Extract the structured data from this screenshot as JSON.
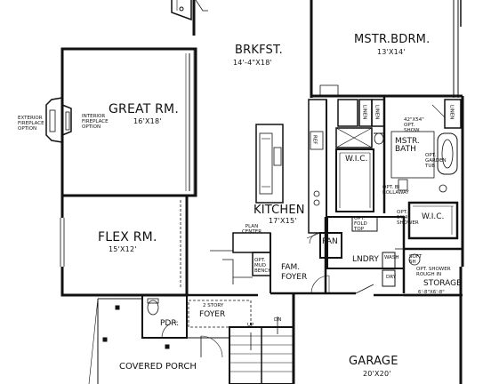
{
  "plan": {
    "rooms": {
      "breakfast": {
        "name": "BRKFST.",
        "dim": "14'-4\"X18'"
      },
      "master_bedroom": {
        "name": "MSTR.BDRM.",
        "dim": "13'X14'"
      },
      "great_room": {
        "name": "GREAT RM.",
        "dim": "16'X18'"
      },
      "flex_room": {
        "name": "FLEX RM.",
        "dim": "15'X12'"
      },
      "kitchen": {
        "name": "KITCHEN",
        "dim": "17'X15'"
      },
      "master_bath": {
        "name": "MSTR. BATH"
      },
      "wic_left": {
        "name": "W.I.C."
      },
      "wic_right": {
        "name": "W.I.C."
      },
      "pantry": {
        "name": "PAN"
      },
      "laundry": {
        "name": "LNDRY"
      },
      "family_foyer": {
        "name": "FAM. FOYER"
      },
      "foyer": {
        "name": "FOYER",
        "note": "2 STORY"
      },
      "powder": {
        "name": "PDR."
      },
      "covered_porch": {
        "name": "COVERED PORCH"
      },
      "garage": {
        "name": "GARAGE",
        "dim": "20'X20'"
      },
      "storage": {
        "name": "STORAGE",
        "dim": "6'-8\"X6'-8\""
      }
    },
    "notes": {
      "exterior_fireplace": "EXTERIOR FIREPLACE OPTION",
      "interior_fireplace": "INTERIOR FIREPLACE OPTION",
      "plan_center": "PLAN CENTER",
      "opt_mud_bench": "OPT. MUD BENCH",
      "linen_1": "LINEN",
      "linen_2": "LINEN",
      "linen_3": "LINEN",
      "shower": "42\"X54\" OPT. SHOW.",
      "garden_tub": "OPT. GARDEN TUB",
      "opt_fold_top": "OPT. FOLD TOP",
      "opt_5x4_shower": "OPT. 5'X4' SHOWER",
      "opt_bi_rollaway": "OPT. BI ROLLAWAY",
      "soft_sh": "SOFT SH",
      "wash": "WASH",
      "dry": "DRY",
      "opt_counter": "OPT. SHOWER ROUGH IN",
      "ref": "REF",
      "up": "UP",
      "dn": "DN"
    }
  }
}
